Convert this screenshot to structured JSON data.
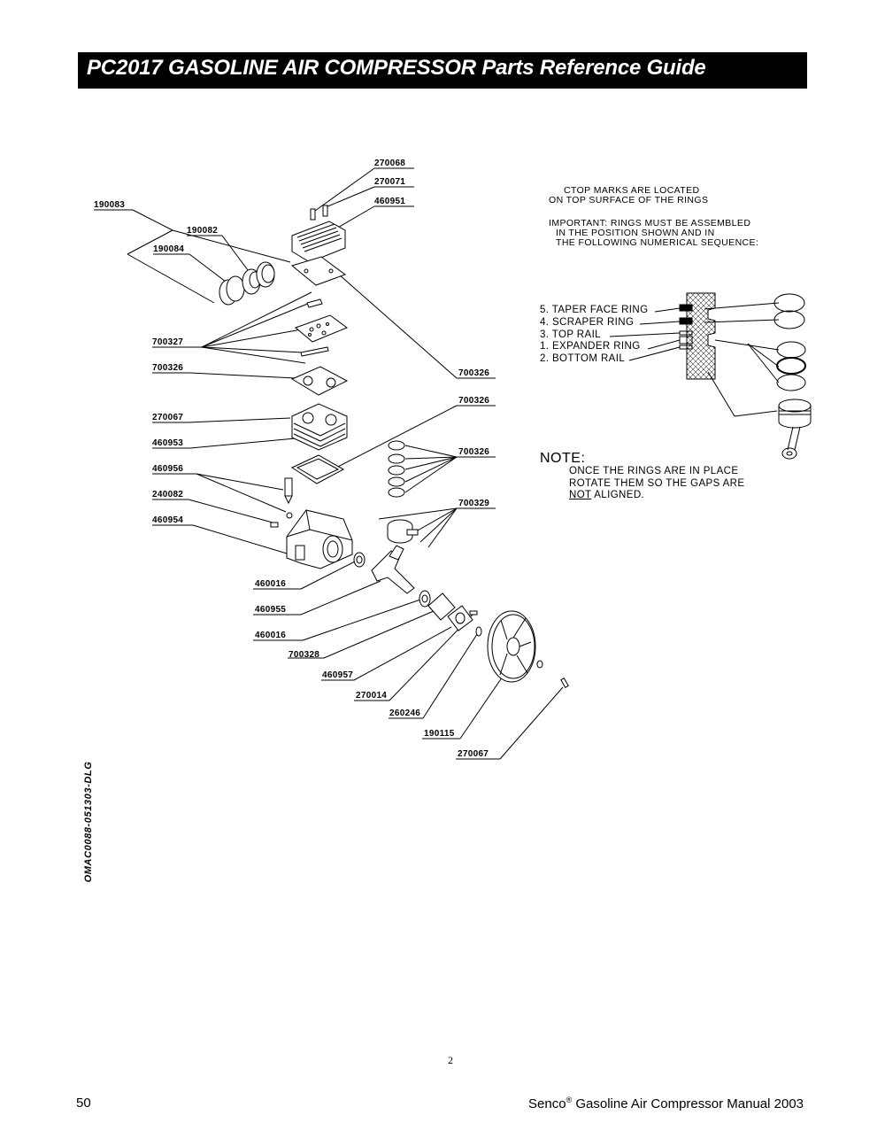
{
  "header": {
    "title": "PC2017  GASOLINE AIR COMPRESSOR  Parts Reference Guide"
  },
  "part_numbers": {
    "p270068": "270068",
    "p270071": "270071",
    "p460951": "460951",
    "p190083": "190083",
    "p190082": "190082",
    "p190084": "190084",
    "p700327": "700327",
    "p700326a": "700326",
    "p700326b": "700326",
    "p270067a": "270067",
    "p460953": "460953",
    "p700326c": "700326",
    "p460956": "460956",
    "p700326d": "700326",
    "p240082": "240082",
    "p700329": "700329",
    "p460954": "460954",
    "p460016a": "460016",
    "p460955": "460955",
    "p460016b": "460016",
    "p700328": "700328",
    "p460957": "460957",
    "p270014": "270014",
    "p260246": "260246",
    "p190115": "190115",
    "p270067b": "270067"
  },
  "ring_notes": {
    "top_marks_1": "CTOP MARKS ARE LOCATED",
    "top_marks_2": "ON TOP SURFACE OF THE RINGS",
    "important_1": "IMPORTANT: RINGS MUST BE ASSEMBLED",
    "important_2": "IN THE POSITION SHOWN AND IN",
    "important_3": "THE FOLLOWING NUMERICAL SEQUENCE:",
    "rings": [
      "5. TAPER FACE RING",
      "4. SCRAPER RING",
      "3. TOP RAIL",
      "1. EXPANDER RING",
      "2. BOTTOM RAIL"
    ]
  },
  "note": {
    "heading": "NOTE:",
    "line1": "ONCE THE RINGS ARE IN PLACE",
    "line2": "ROTATE THEM SO THE GAPS ARE",
    "line3_not": "NOT",
    "line3_rest": " ALIGNED."
  },
  "side_code": "OMAC0088-051303-DLG",
  "footer": {
    "center_number": "2",
    "page_number": "50",
    "brand": "Senco",
    "registered": "®",
    "manual_title": " Gasoline Air Compressor Manual  2003"
  }
}
